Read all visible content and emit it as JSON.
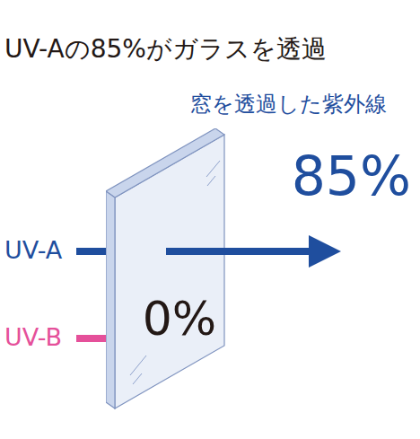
{
  "diagram": {
    "title": "UV-Aの85%がガラスを透過",
    "nodes": [
      {
        "text": [
          "0%"
        ]
      }
    ],
    "labels": [
      "窓を透過した紫外線",
      "85%",
      "UV-A",
      "UV-B"
    ]
  }
}
